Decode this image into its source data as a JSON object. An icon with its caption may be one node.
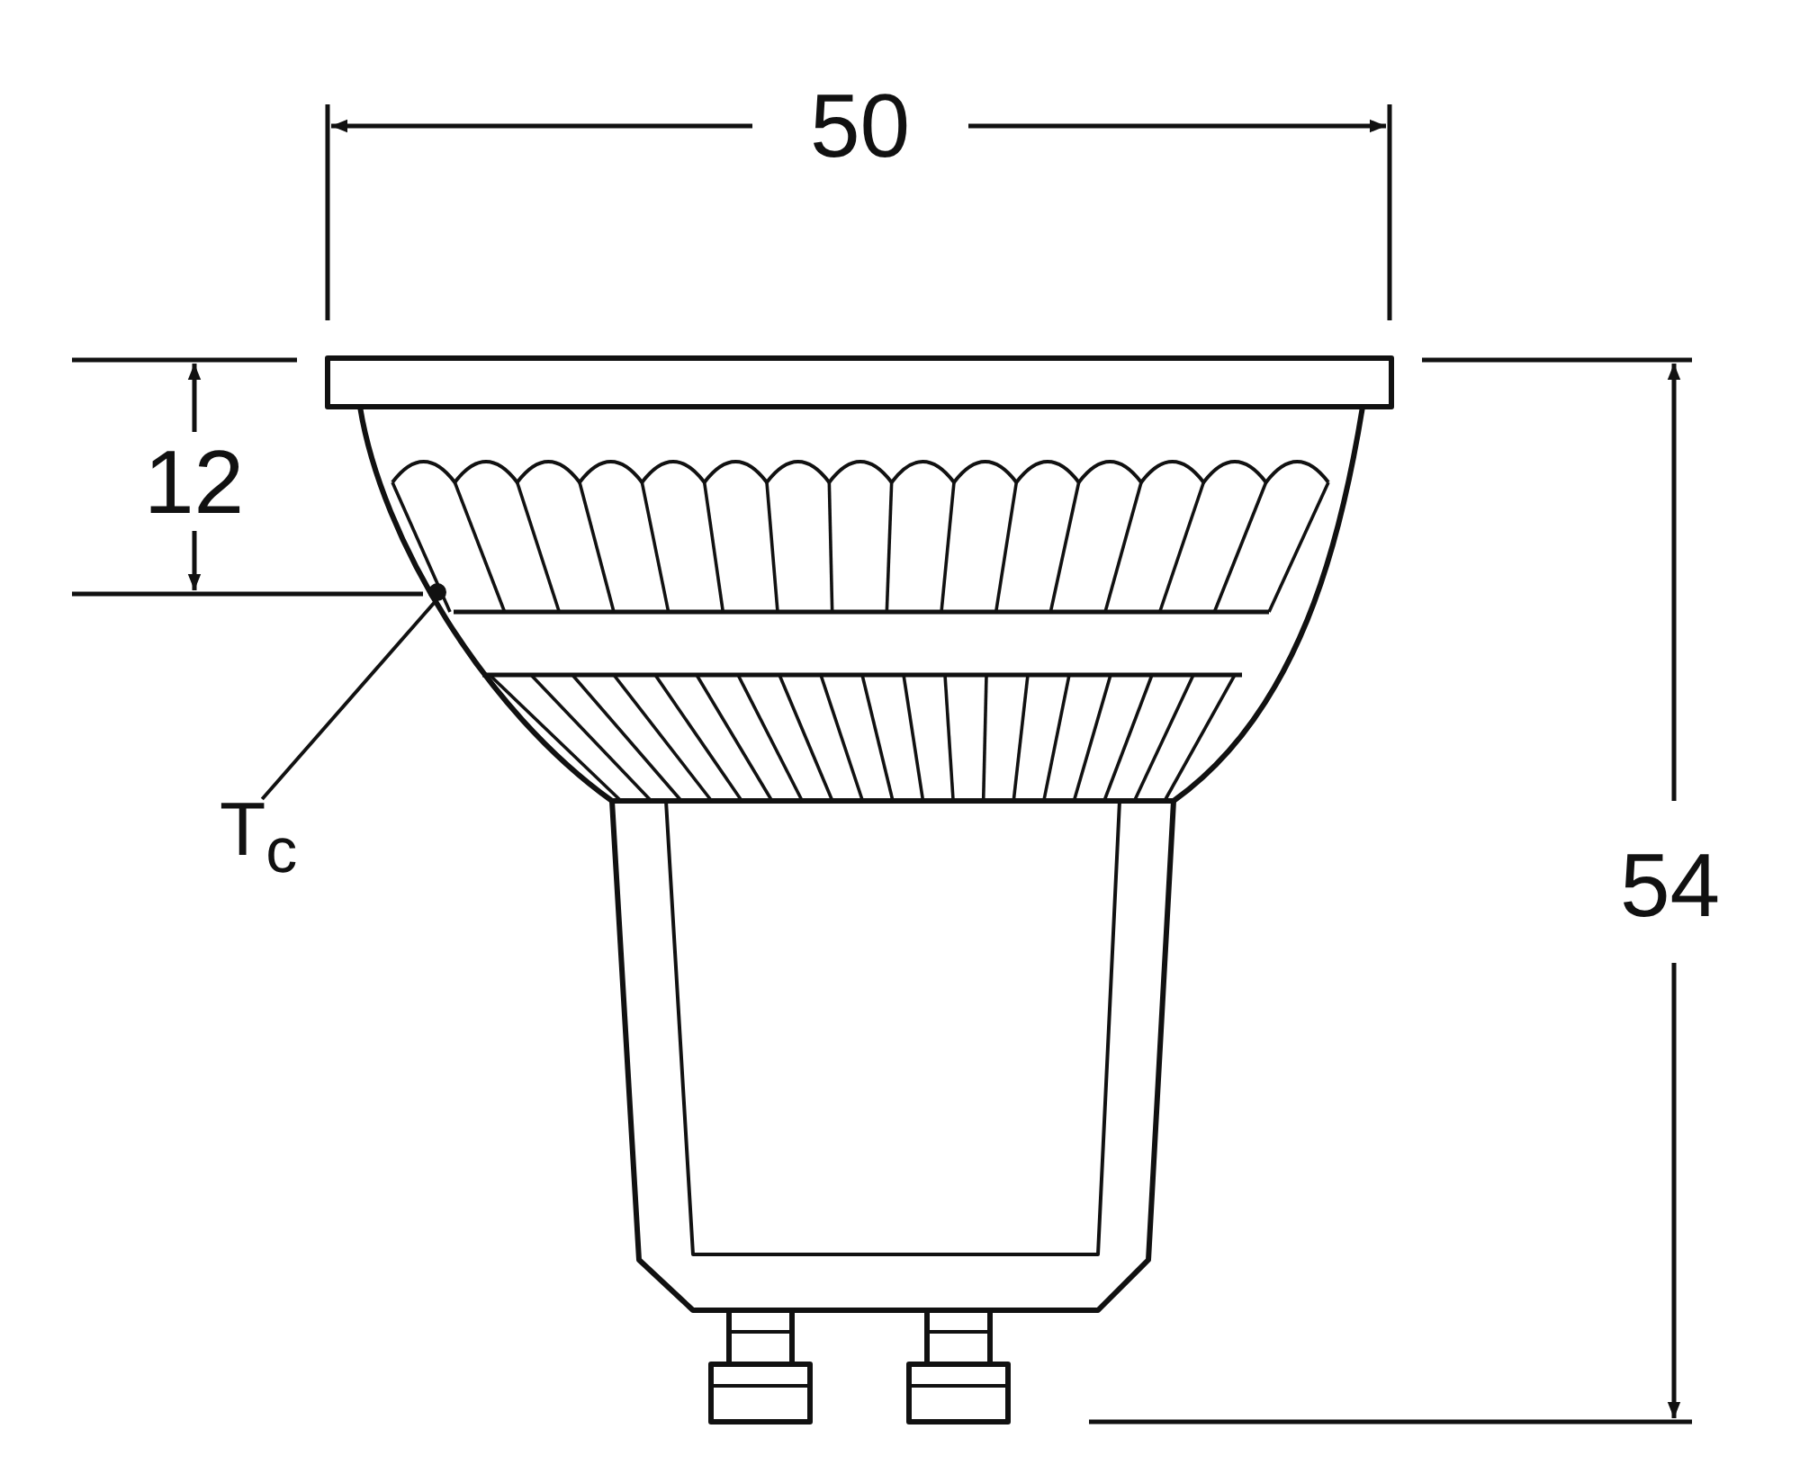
{
  "diagram": {
    "nodes": [
      {
        "text": [
          "T$_{c}$"
        ]
      },
      {
        "text": [],
        "shape": "circle"
      }
    ],
    "edges": [
      {
        "from": 0,
        "to": 1,
        "arrow": "none"
      }
    ],
    "labels": [
      "50",
      "12",
      "54"
    ]
  }
}
